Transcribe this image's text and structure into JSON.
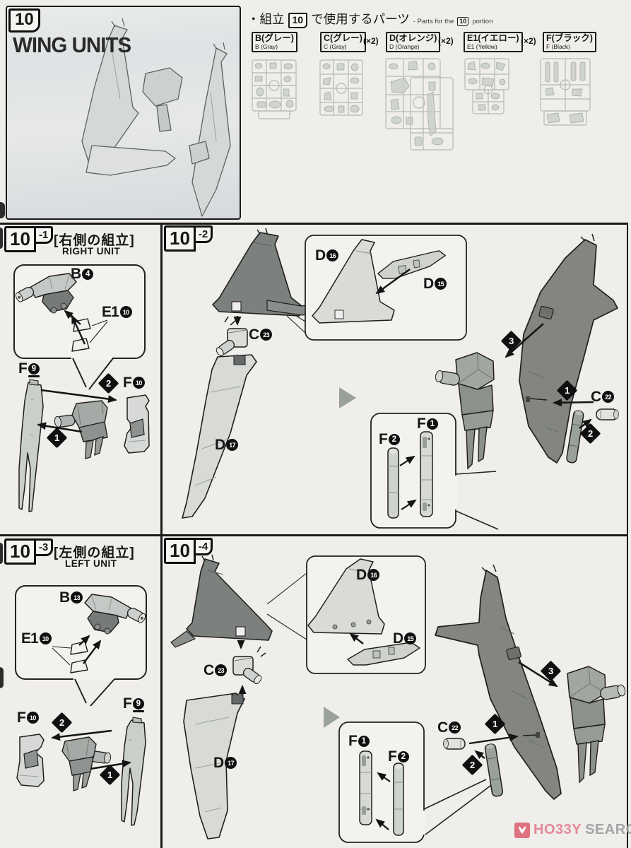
{
  "page": {
    "step_tag": "10",
    "title": "WING UNITS"
  },
  "parts_header": {
    "jp_pre": "・組立",
    "box_num": "10",
    "jp_post": "で使用するパーツ",
    "en_pre": "- Parts for the",
    "en_post": "portion"
  },
  "parts": [
    {
      "jp": "B(グレー)",
      "en": "B (Gray)",
      "qty": ""
    },
    {
      "jp": "C(グレー)",
      "en": "C (Gray)",
      "qty": "(×2)"
    },
    {
      "jp": "D(オレンジ)",
      "en": "D (Orange)",
      "qty": "(×2)"
    },
    {
      "jp": "E1(イエロー)",
      "en": "E1 (Yellow)",
      "qty": "(×2)"
    },
    {
      "jp": "F(ブラック)",
      "en": "F (Black)",
      "qty": ""
    }
  ],
  "panels": {
    "p101": {
      "tag": "10",
      "sub": "-1",
      "title_jp": "[右側の組立]",
      "title_en": "RIGHT UNIT"
    },
    "p102": {
      "tag": "10",
      "sub": "-2"
    },
    "p103": {
      "tag": "10",
      "sub": "-3",
      "title_jp": "[左側の組立]",
      "title_en": "LEFT UNIT"
    },
    "p104": {
      "tag": "10",
      "sub": "-4"
    }
  },
  "callouts": {
    "b4": {
      "letter": "B",
      "num": "4"
    },
    "b13": {
      "letter": "B",
      "num": "13"
    },
    "e110": {
      "letter": "E1",
      "num": "10"
    },
    "f9": {
      "letter": "F",
      "num": "9"
    },
    "f10": {
      "letter": "F",
      "num": "10"
    },
    "f1": {
      "letter": "F",
      "num": "1"
    },
    "f2": {
      "letter": "F",
      "num": "2"
    },
    "c22": {
      "letter": "C",
      "num": "22"
    },
    "c23": {
      "letter": "C",
      "num": "23"
    },
    "d15": {
      "letter": "D",
      "num": "15"
    },
    "d16": {
      "letter": "D",
      "num": "16"
    },
    "d17": {
      "letter": "D",
      "num": "17"
    }
  },
  "markers": {
    "one": "1",
    "two": "2",
    "three": "3"
  },
  "watermark": {
    "brand": "HO33Y",
    "brand2": "SEARCH",
    "logo_color": "#dd6573",
    "brand_color": "#e27f90",
    "search_color": "#9d9da0"
  }
}
